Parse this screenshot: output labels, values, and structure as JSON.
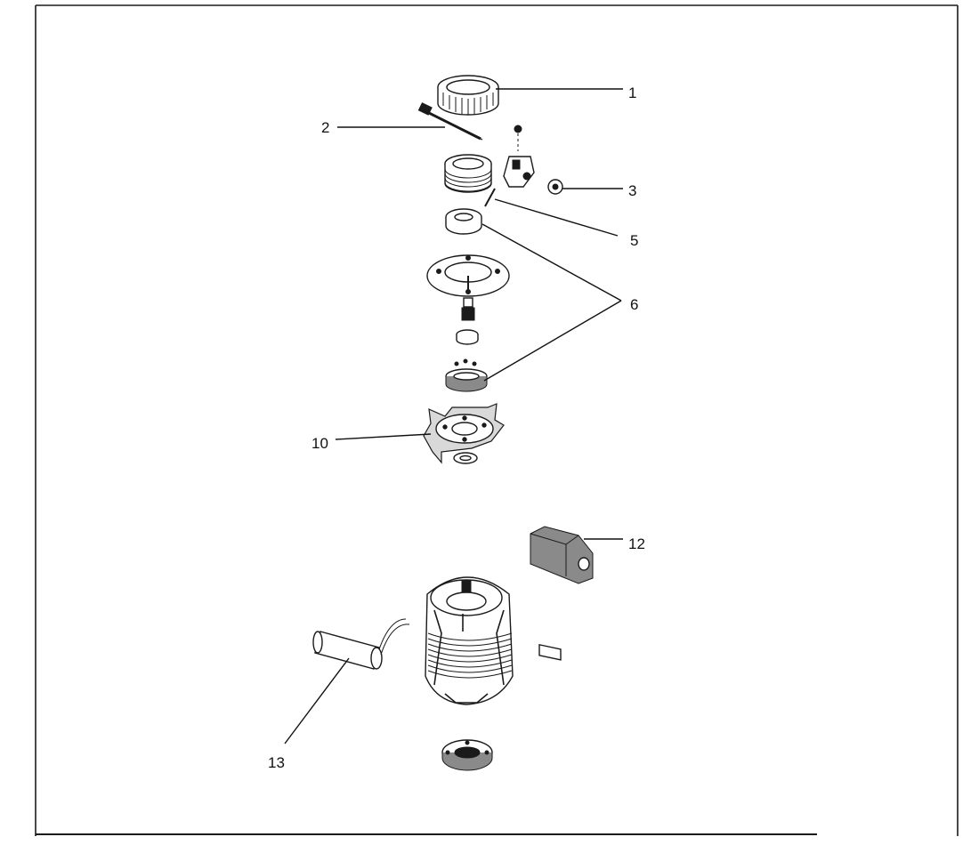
{
  "callouts": [
    {
      "id": "1",
      "label": "1"
    },
    {
      "id": "2",
      "label": "2"
    },
    {
      "id": "3",
      "label": "3"
    },
    {
      "id": "5",
      "label": "5"
    },
    {
      "id": "6",
      "label": "6"
    },
    {
      "id": "10",
      "label": "10"
    },
    {
      "id": "12",
      "label": "12"
    },
    {
      "id": "13",
      "label": "13"
    }
  ],
  "colors": {
    "ink": "#1a1a1a",
    "background": "#ffffff"
  }
}
